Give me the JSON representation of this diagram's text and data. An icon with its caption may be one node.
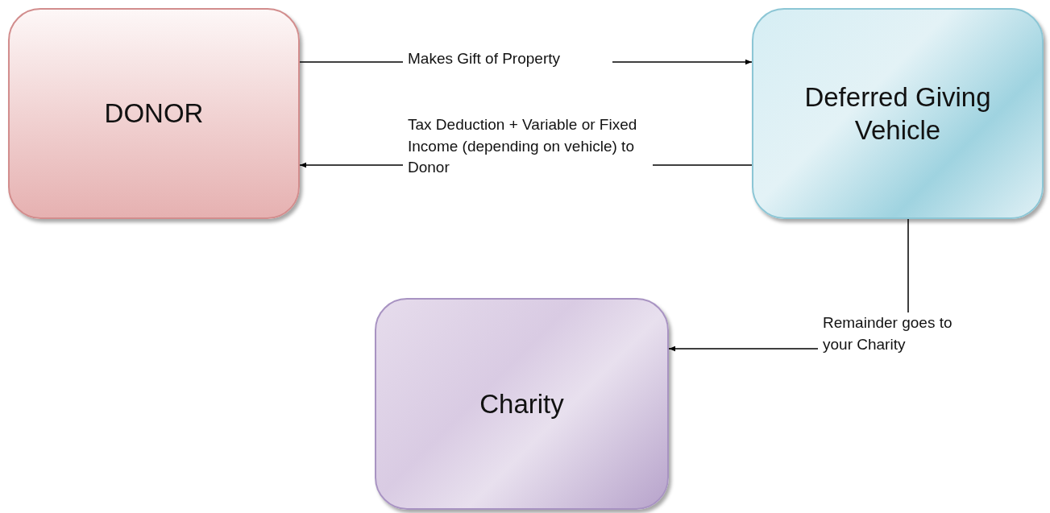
{
  "diagram": {
    "nodes": [
      {
        "text": [
          "DONOR"
        ]
      },
      {
        "text": [
          "Deferred Giving Vehicle"
        ]
      },
      {
        "text": [
          "Charity"
        ]
      }
    ],
    "edges": [
      {
        "from": 0,
        "to": 1,
        "arrow": "to",
        "label": "Makes Gift of Property"
      },
      {
        "from": 1,
        "to": 0,
        "arrow": "to",
        "label": "Tax Deduction + Variable or Fixed Income (depending on vehicle) to Donor"
      },
      {
        "from": 1,
        "to": 2,
        "arrow": "to",
        "label": "Remainder goes to your Charity"
      }
    ]
  }
}
